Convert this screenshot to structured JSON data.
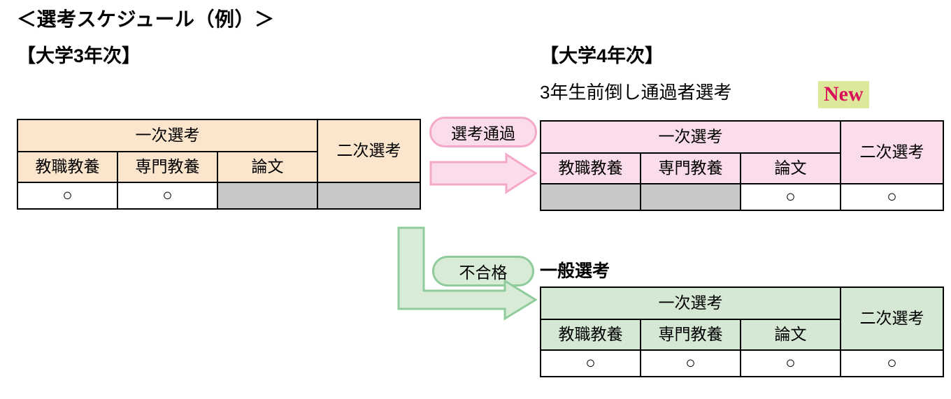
{
  "page": {
    "main_title": "＜選考スケジュール（例）＞",
    "year3_title": "【大学3年次】",
    "year4_title": "【大学4年次】",
    "fast_track_subtitle": "3年生前倒し通過者選考",
    "new_badge": "New",
    "general_title": "一般選考"
  },
  "colors": {
    "peach_header": "#FBE5CD",
    "pink_header": "#FADCEA",
    "green_header": "#D5E8D4",
    "gray_cell": "#C7C8CA",
    "pink_arrow_fill": "#FBDCEA",
    "pink_arrow_stroke": "#F4A9C8",
    "green_arrow_fill": "#D8EBD6",
    "green_arrow_stroke": "#8FCB9B",
    "new_badge_bg": "#DDE89A",
    "new_badge_text": "#D9105A",
    "border": "#000000"
  },
  "labels": {
    "primary_selection": "一次選考",
    "secondary_selection": "二次選考",
    "teaching_knowledge": "教職教養",
    "specialized_knowledge": "専門教養",
    "essay": "論文",
    "circle_mark": "○"
  },
  "connectors": [
    {
      "id": "pass",
      "label": "選考通過",
      "shape": "straight-right-arrow",
      "color": "#F4A9C8"
    },
    {
      "id": "fail",
      "label": "不合格",
      "shape": "elbow-down-right-arrow",
      "color": "#8FCB9B"
    }
  ],
  "tables": {
    "year3": {
      "name": "大学3年次選考",
      "group_headers": [
        {
          "label": "一次選考",
          "colspan": 3
        },
        {
          "label": "二次選考",
          "colspan": 1,
          "rowspan": 2
        }
      ],
      "sub_headers": [
        "教職教養",
        "専門教養",
        "論文"
      ],
      "rows": [
        [
          {
            "value": "○",
            "state": "marked"
          },
          {
            "value": "○",
            "state": "marked"
          },
          {
            "value": "",
            "state": "gray"
          },
          {
            "value": "",
            "state": "gray"
          }
        ]
      ]
    },
    "fast_track": {
      "name": "3年生前倒し通過者選考",
      "group_headers": [
        {
          "label": "一次選考",
          "colspan": 3
        },
        {
          "label": "二次選考",
          "colspan": 1,
          "rowspan": 2
        }
      ],
      "sub_headers": [
        "教職教養",
        "専門教養",
        "論文"
      ],
      "rows": [
        [
          {
            "value": "",
            "state": "gray"
          },
          {
            "value": "",
            "state": "gray"
          },
          {
            "value": "○",
            "state": "marked"
          },
          {
            "value": "○",
            "state": "marked"
          }
        ]
      ]
    },
    "general": {
      "name": "一般選考",
      "group_headers": [
        {
          "label": "一次選考",
          "colspan": 3
        },
        {
          "label": "二次選考",
          "colspan": 1,
          "rowspan": 2
        }
      ],
      "sub_headers": [
        "教職教養",
        "専門教養",
        "論文"
      ],
      "rows": [
        [
          {
            "value": "○",
            "state": "marked"
          },
          {
            "value": "○",
            "state": "marked"
          },
          {
            "value": "○",
            "state": "marked"
          },
          {
            "value": "○",
            "state": "marked"
          }
        ]
      ]
    }
  }
}
